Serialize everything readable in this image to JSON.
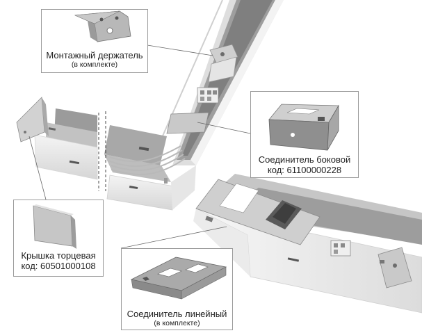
{
  "callouts": {
    "holder": {
      "title": "Монтажный держатель",
      "note": "(в комплекте)"
    },
    "side_connector": {
      "title": "Соединитель боковой",
      "code": "код: 61100000228"
    },
    "end_cap": {
      "title": "Крышка торцевая",
      "code": "код: 60501000108"
    },
    "linear_connector": {
      "title": "Соединитель линейный",
      "note": "(в комплекте)"
    }
  },
  "colors": {
    "housing": "#ececec",
    "channel": "#a7a7a7",
    "metal": "#b7b7b7",
    "border": "#9a9a9a"
  }
}
